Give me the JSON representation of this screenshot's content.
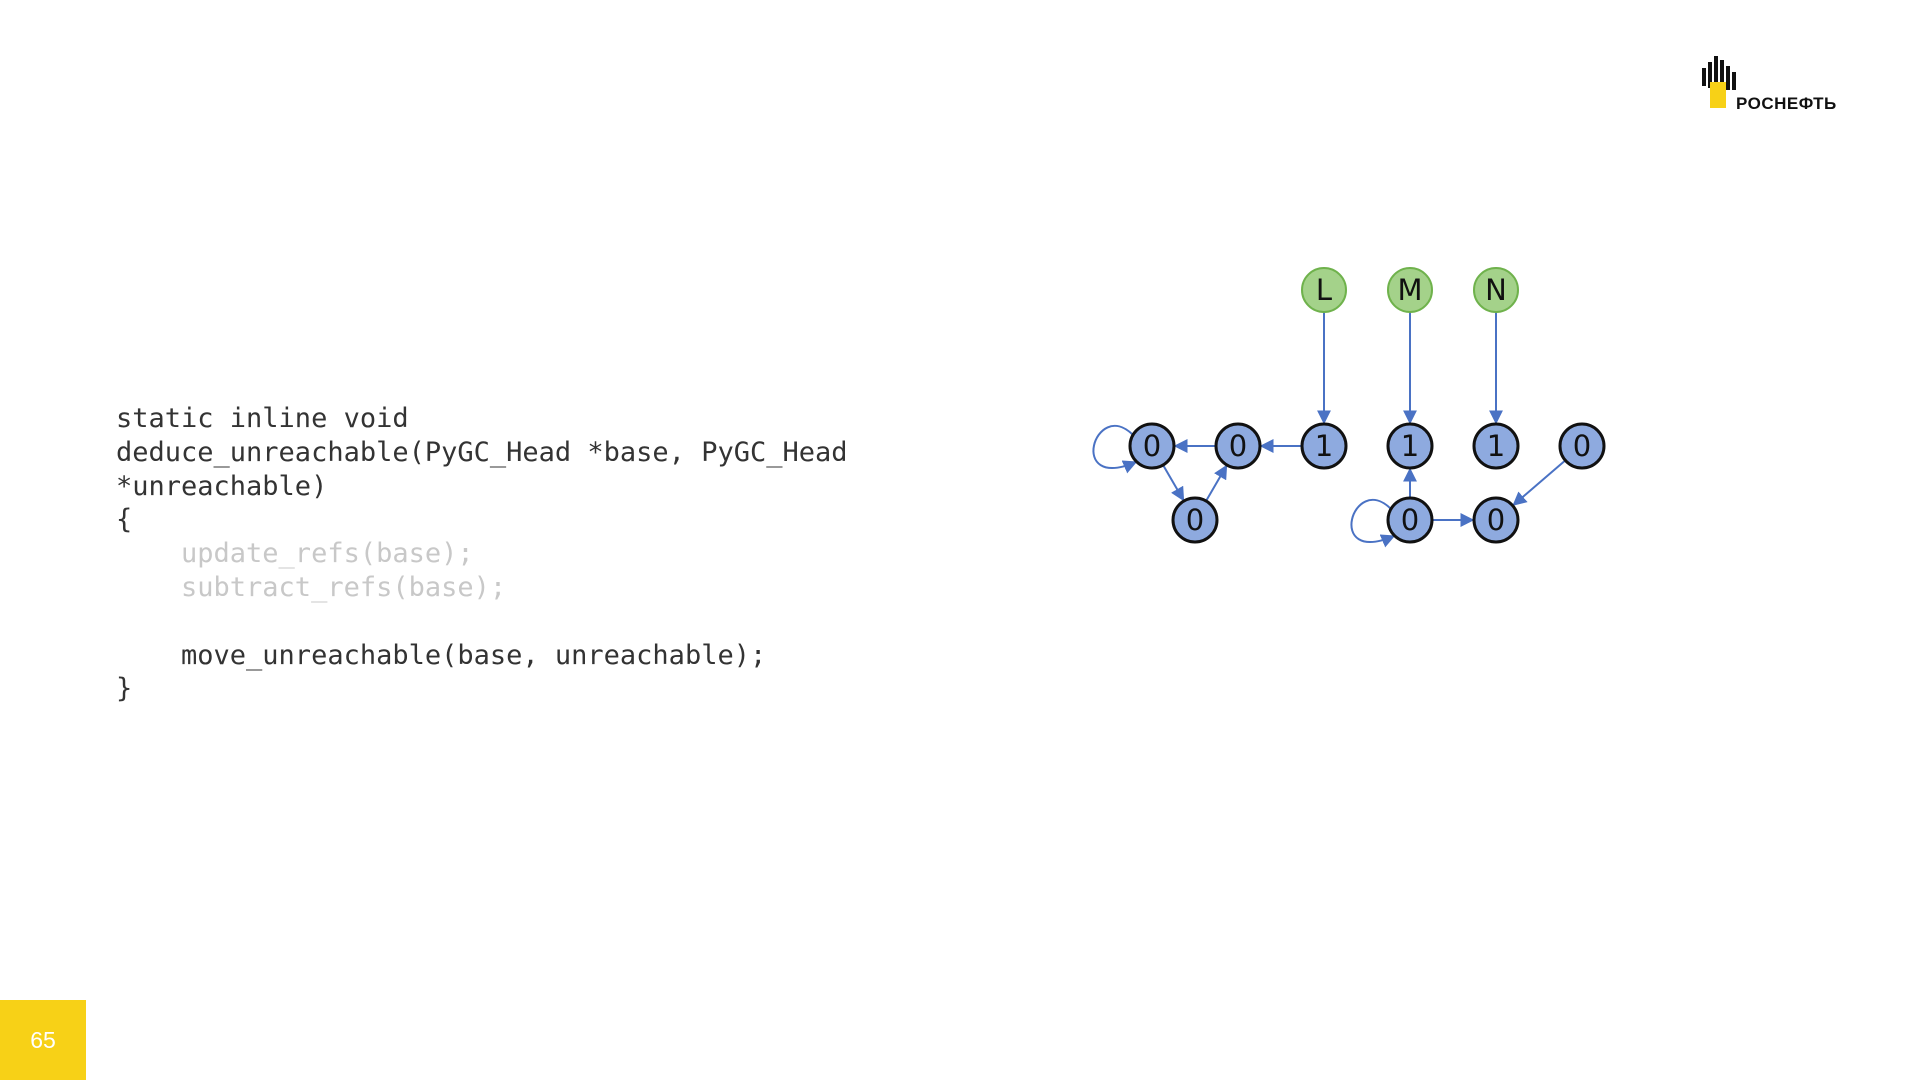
{
  "logo": {
    "text": "РОСНЕФТЬ",
    "brand_color": "#f7d117",
    "icon": "rosneft-logo-icon"
  },
  "code": {
    "lines": [
      {
        "text": "static inline void",
        "dim": false
      },
      {
        "text": "deduce_unreachable(PyGC_Head *base, PyGC_Head",
        "dim": false
      },
      {
        "text": "*unreachable)",
        "dim": false
      },
      {
        "text": "{",
        "dim": false
      },
      {
        "text": "    update_refs(base);",
        "dim": true
      },
      {
        "text": "    subtract_refs(base);",
        "dim": true
      },
      {
        "text": "",
        "dim": false
      },
      {
        "text": "    move_unreachable(base, unreachable);",
        "dim": false
      },
      {
        "text": "}",
        "dim": false
      }
    ]
  },
  "diagram": {
    "colors": {
      "node": "#8eaadf",
      "root": "#a4d28a",
      "edge": "#4a72c4"
    },
    "roots": [
      {
        "id": "L",
        "label": "L"
      },
      {
        "id": "M",
        "label": "M"
      },
      {
        "id": "N",
        "label": "N"
      }
    ],
    "nodes": [
      {
        "id": "a",
        "label": "0"
      },
      {
        "id": "b",
        "label": "0"
      },
      {
        "id": "c",
        "label": "1"
      },
      {
        "id": "d",
        "label": "1"
      },
      {
        "id": "e",
        "label": "1"
      },
      {
        "id": "f",
        "label": "0"
      },
      {
        "id": "g",
        "label": "0"
      },
      {
        "id": "h",
        "label": "0"
      },
      {
        "id": "i",
        "label": "0"
      }
    ],
    "edges": [
      {
        "from": "L",
        "to": "c"
      },
      {
        "from": "M",
        "to": "d"
      },
      {
        "from": "N",
        "to": "e"
      },
      {
        "from": "c",
        "to": "b"
      },
      {
        "from": "b",
        "to": "a"
      },
      {
        "from": "a",
        "to": "g"
      },
      {
        "from": "g",
        "to": "b"
      },
      {
        "from": "a",
        "to": "a"
      },
      {
        "from": "h",
        "to": "d"
      },
      {
        "from": "h",
        "to": "i"
      },
      {
        "from": "f",
        "to": "i"
      },
      {
        "from": "h",
        "to": "h"
      }
    ]
  },
  "page": {
    "number": "65"
  }
}
